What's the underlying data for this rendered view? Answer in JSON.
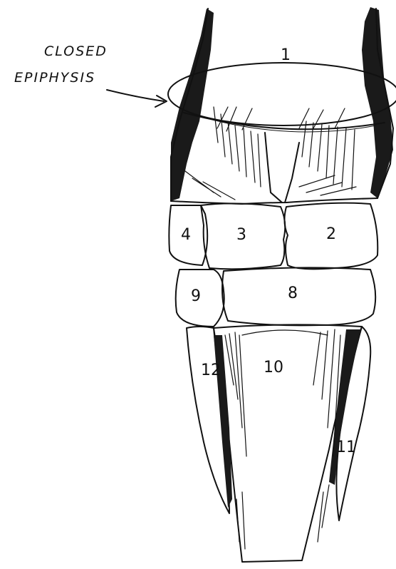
{
  "annotation": {
    "line1": "CLOSED",
    "line2": "EPIPHYSIS"
  },
  "labels": {
    "bone_1": "1",
    "bone_2": "2",
    "bone_3": "3",
    "bone_4": "4",
    "bone_8": "8",
    "bone_9": "9",
    "bone_10": "10",
    "bone_11": "11",
    "bone_12": "12"
  }
}
